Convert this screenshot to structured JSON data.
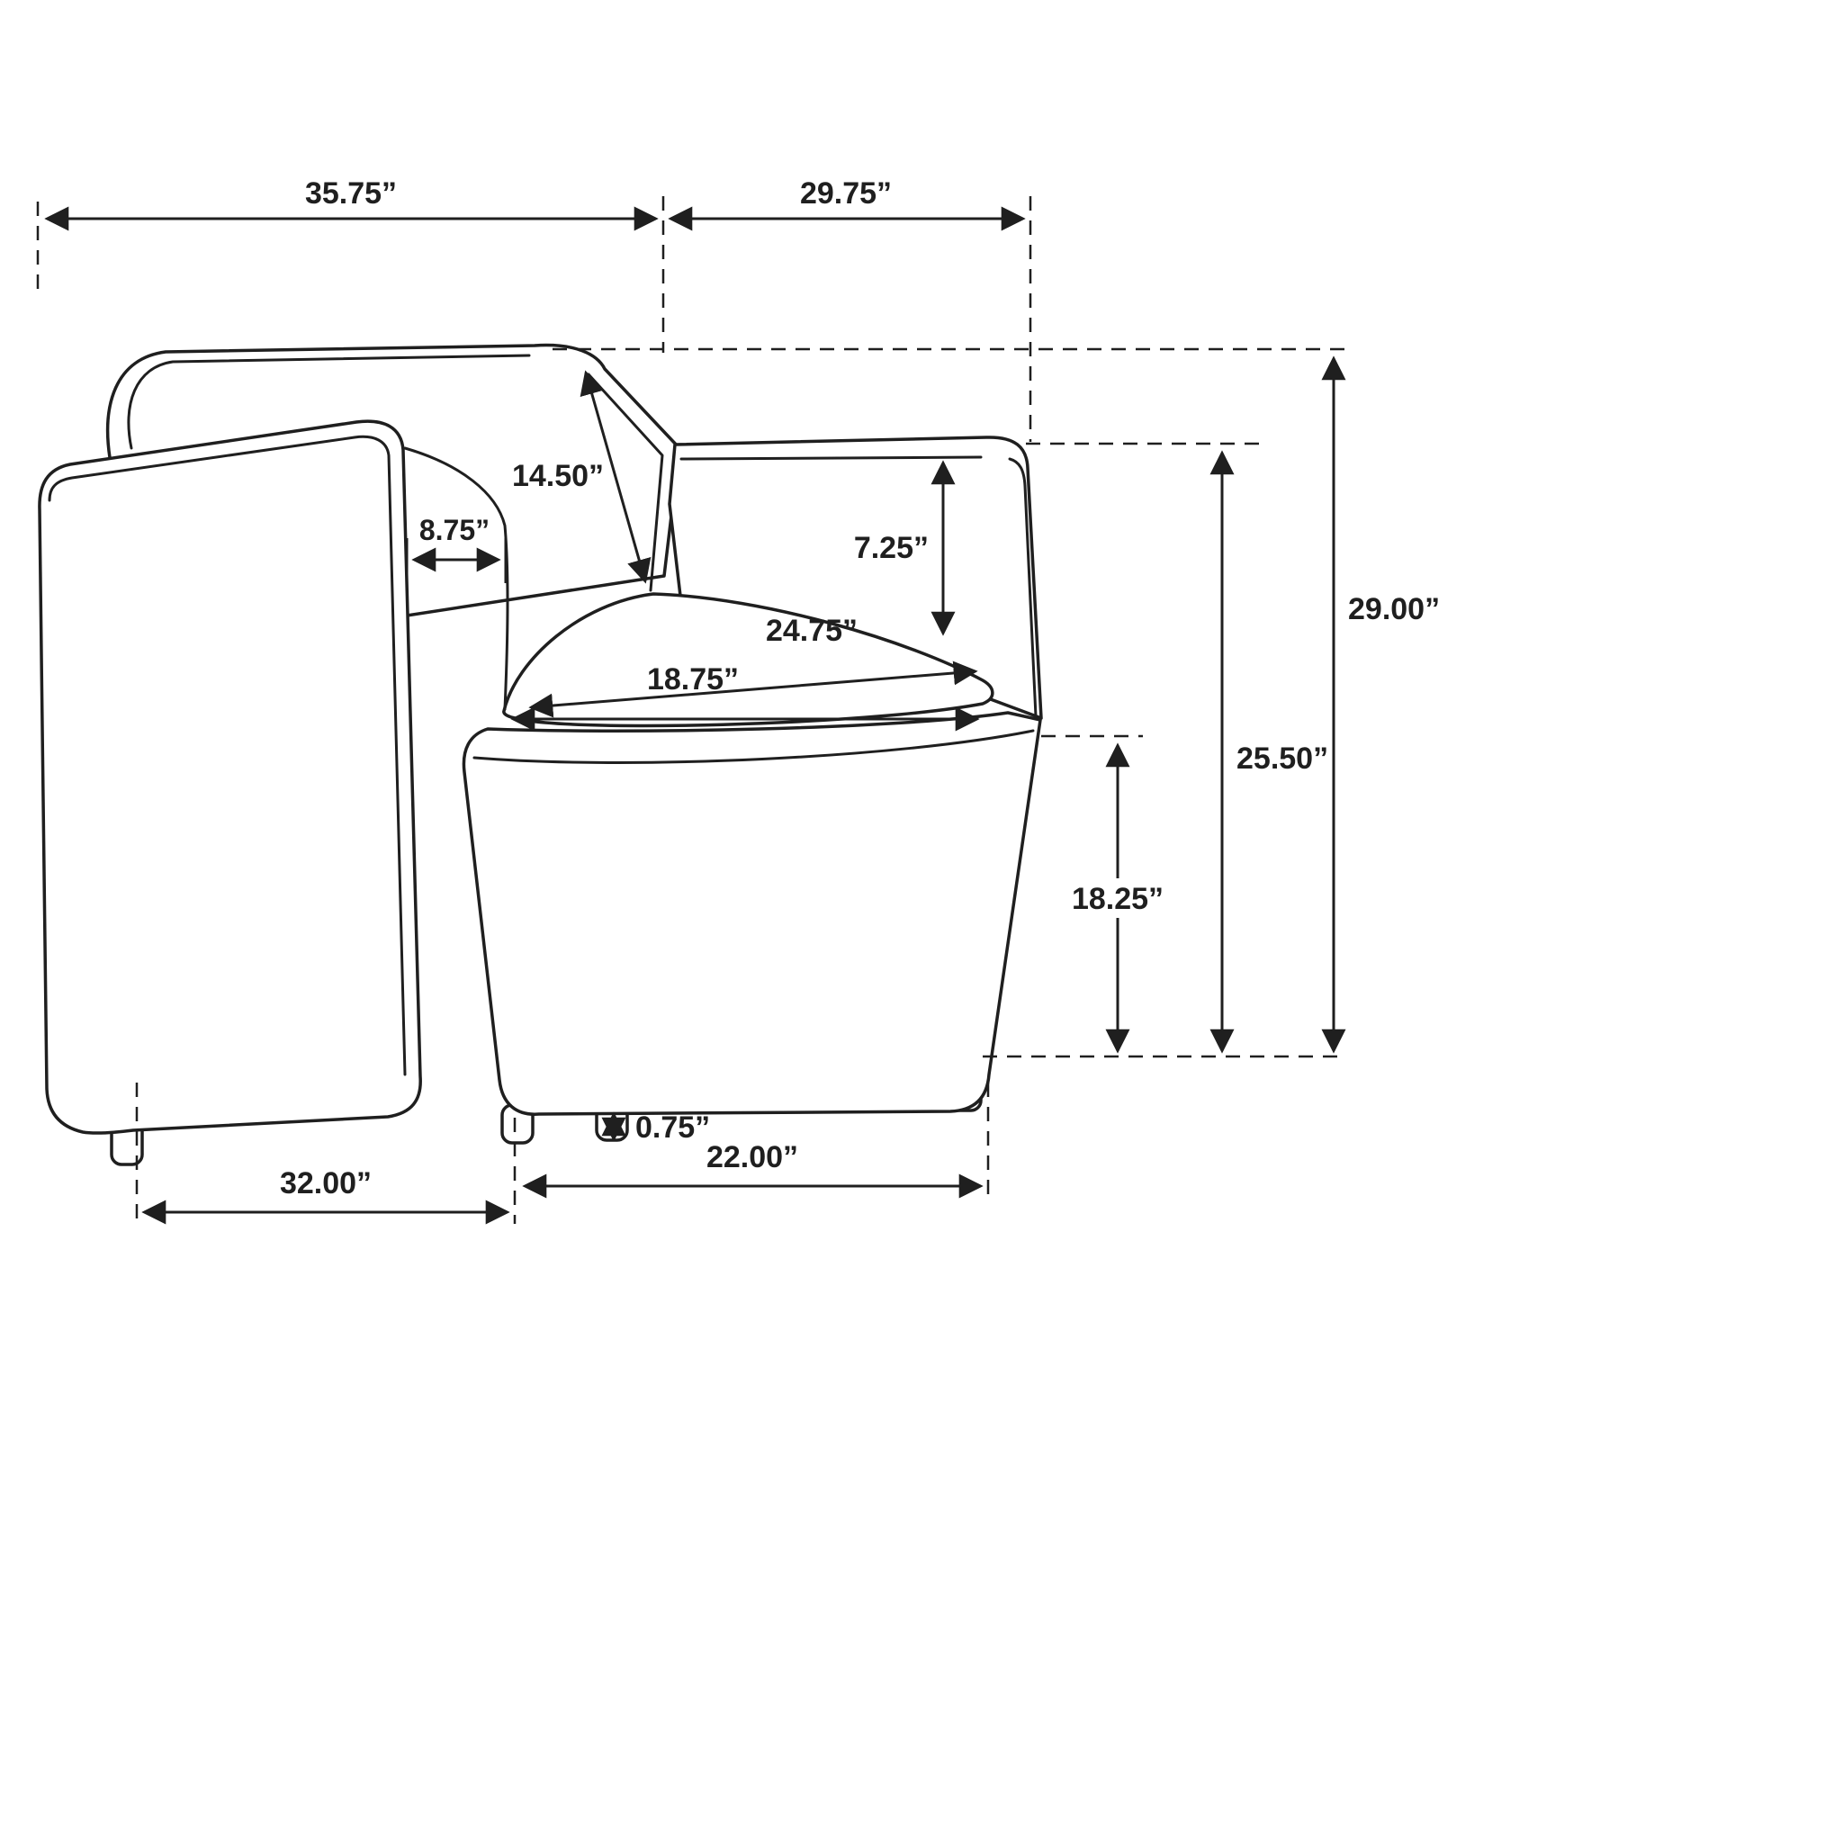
{
  "diagram": {
    "title": "armchair-dimension-drawing",
    "units": "inches"
  },
  "colors": {
    "line": "#1f1f1f",
    "background": "#ffffff"
  },
  "dimensions": {
    "overall_depth": {
      "label": "35.75”"
    },
    "overall_width": {
      "label": "29.75”"
    },
    "back_cushion_length": {
      "label": "14.50”"
    },
    "armrest_width": {
      "label": "8.75”"
    },
    "inner_arm_height": {
      "label": "7.25”"
    },
    "seat_depth_diagonal": {
      "label": "24.75”"
    },
    "seat_width": {
      "label": "18.75”"
    },
    "overall_height": {
      "label": "29.00”"
    },
    "arm_height": {
      "label": "25.50”"
    },
    "seat_height": {
      "label": "18.25”"
    },
    "leg_height": {
      "label": "0.75”"
    },
    "base_depth": {
      "label": "32.00”"
    },
    "base_width": {
      "label": "22.00”"
    }
  }
}
